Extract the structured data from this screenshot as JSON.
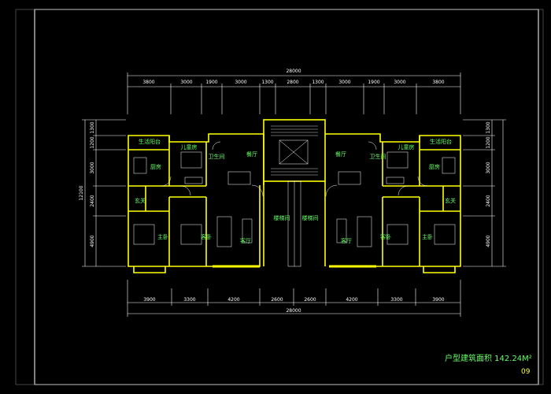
{
  "dimensions": {
    "top_total": "28000",
    "top_segments": [
      "3800",
      "3000",
      "1900",
      "3000",
      "1300",
      "2800",
      "1300",
      "3000",
      "1900",
      "3000",
      "3800"
    ],
    "bottom_total": "28000",
    "bottom_segments": [
      "3900",
      "3300",
      "4200",
      "2600",
      "2600",
      "4200",
      "3300",
      "3900"
    ],
    "left_total": "12100",
    "left_segments": [
      "1300",
      "1200",
      "3000",
      "2400",
      "4900"
    ],
    "right_segments": [
      "1300",
      "1200",
      "3000",
      "2400",
      "4900"
    ]
  },
  "rooms": {
    "left_balcony_top": "生活阳台",
    "left_kitchen": "厨房",
    "left_bedroom_a": "儿童房",
    "left_bathroom": "卫生间",
    "left_dining": "餐厅",
    "left_entry": "玄关",
    "left_master": "主卧",
    "left_bedroom_b": "客卧",
    "left_living": "客厅",
    "stair_left": "楼梯间",
    "stair_right": "楼梯间",
    "right_dining": "餐厅",
    "right_bathroom": "卫生间",
    "right_bedroom_a": "儿童房",
    "right_balcony_top": "生活阳台",
    "right_kitchen": "厨房",
    "right_entry": "玄关",
    "right_living": "客厅",
    "right_bedroom_b": "客卧",
    "right_master": "主卧"
  },
  "area_label": "户型建筑面积 142.24M²",
  "page_number": "09",
  "colors": {
    "background": "#000000",
    "wall": "#ffff00",
    "dimension": "#ffffff",
    "label": "#66ff66",
    "frame": "#ffffff"
  }
}
